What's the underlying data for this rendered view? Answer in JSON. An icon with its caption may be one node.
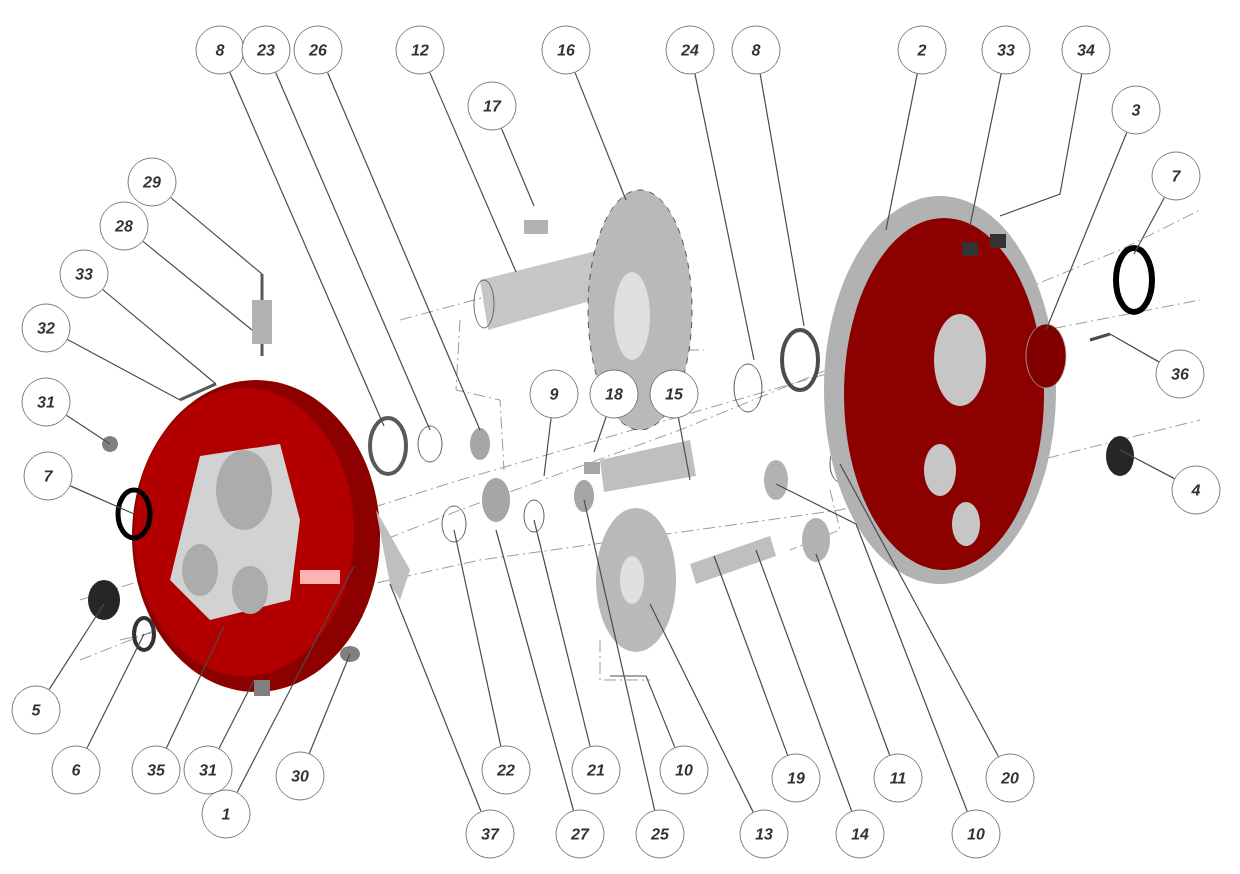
{
  "diagram": {
    "nodes": [
      {
        "text": [
          "8"
        ]
      },
      {
        "text": [
          "23"
        ]
      },
      {
        "text": [
          "26"
        ]
      },
      {
        "text": [
          "12"
        ]
      },
      {
        "text": [
          "16"
        ]
      },
      {
        "text": [
          "24"
        ]
      },
      {
        "text": [
          "8"
        ]
      },
      {
        "text": [
          "2"
        ]
      },
      {
        "text": [
          "33"
        ]
      },
      {
        "text": [
          "34"
        ]
      },
      {
        "text": [
          "17"
        ]
      },
      {
        "text": [
          "3"
        ]
      },
      {
        "text": [
          "29"
        ]
      },
      {
        "text": [
          "7"
        ]
      },
      {
        "text": [
          "28"
        ]
      },
      {
        "text": [
          "33"
        ]
      },
      {
        "text": [
          "32"
        ]
      },
      {
        "text": [
          "36"
        ]
      },
      {
        "text": [
          "9"
        ]
      },
      {
        "text": [
          "18"
        ]
      },
      {
        "text": [
          "15"
        ]
      },
      {
        "text": [
          "31"
        ]
      },
      {
        "text": [
          "7"
        ]
      },
      {
        "text": [
          "4"
        ]
      },
      {
        "text": [
          "5"
        ]
      },
      {
        "text": [
          "6"
        ]
      },
      {
        "text": [
          "35"
        ]
      },
      {
        "text": [
          "31"
        ]
      },
      {
        "text": [
          "30"
        ]
      },
      {
        "text": [
          "22"
        ]
      },
      {
        "text": [
          "21"
        ]
      },
      {
        "text": [
          "10"
        ]
      },
      {
        "text": [
          "19"
        ]
      },
      {
        "text": [
          "11"
        ]
      },
      {
        "text": [
          "20"
        ]
      },
      {
        "text": [
          "1"
        ]
      },
      {
        "text": [
          "37"
        ]
      },
      {
        "text": [
          "27"
        ]
      },
      {
        "text": [
          "25"
        ]
      },
      {
        "text": [
          "13"
        ]
      },
      {
        "text": [
          "14"
        ]
      },
      {
        "text": [
          "10"
        ]
      }
    ],
    "edges": [
      {
        "from": 0,
        "to": null,
        "arrow": "none"
      },
      {
        "from": 1,
        "to": null,
        "arrow": "none"
      },
      {
        "from": 2,
        "to": null,
        "arrow": "none"
      },
      {
        "from": 3,
        "to": null,
        "arrow": "none"
      },
      {
        "from": 4,
        "to": null,
        "arrow": "none"
      },
      {
        "from": 5,
        "to": null,
        "arrow": "none"
      },
      {
        "from": 6,
        "to": null,
        "arrow": "none"
      },
      {
        "from": 7,
        "to": null,
        "arrow": "none"
      },
      {
        "from": 8,
        "to": null,
        "arrow": "none"
      },
      {
        "from": 9,
        "to": null,
        "arrow": "none"
      },
      {
        "from": 10,
        "to": null,
        "arrow": "none"
      },
      {
        "from": 11,
        "to": null,
        "arrow": "none"
      },
      {
        "from": 12,
        "to": null,
        "arrow": "none"
      },
      {
        "from": 13,
        "to": null,
        "arrow": "none"
      },
      {
        "from": 14,
        "to": null,
        "arrow": "none"
      },
      {
        "from": 15,
        "to": null,
        "arrow": "none"
      },
      {
        "from": 16,
        "to": null,
        "arrow": "none"
      },
      {
        "from": 17,
        "to": null,
        "arrow": "none"
      },
      {
        "from": 18,
        "to": null,
        "arrow": "none"
      },
      {
        "from": 19,
        "to": null,
        "arrow": "none"
      },
      {
        "from": 20,
        "to": null,
        "arrow": "none"
      },
      {
        "from": 21,
        "to": null,
        "arrow": "none"
      },
      {
        "from": 22,
        "to": null,
        "arrow": "none"
      },
      {
        "from": 23,
        "to": null,
        "arrow": "none"
      },
      {
        "from": 24,
        "to": null,
        "arrow": "none"
      },
      {
        "from": 25,
        "to": null,
        "arrow": "none"
      },
      {
        "from": 26,
        "to": null,
        "arrow": "none"
      },
      {
        "from": 27,
        "to": null,
        "arrow": "none"
      },
      {
        "from": 28,
        "to": null,
        "arrow": "none"
      },
      {
        "from": 29,
        "to": null,
        "arrow": "none"
      },
      {
        "from": 30,
        "to": null,
        "arrow": "none"
      },
      {
        "from": 31,
        "to": null,
        "arrow": "none"
      },
      {
        "from": 32,
        "to": null,
        "arrow": "none"
      },
      {
        "from": 33,
        "to": null,
        "arrow": "none"
      },
      {
        "from": 34,
        "to": null,
        "arrow": "none"
      },
      {
        "from": 35,
        "to": null,
        "arrow": "none"
      },
      {
        "from": 36,
        "to": null,
        "arrow": "none"
      },
      {
        "from": 37,
        "to": null,
        "arrow": "none"
      },
      {
        "from": 38,
        "to": null,
        "arrow": "none"
      },
      {
        "from": 39,
        "to": null,
        "arrow": "none"
      },
      {
        "from": 40,
        "to": null,
        "arrow": "none"
      },
      {
        "from": 41,
        "to": null,
        "arrow": "none"
      }
    ]
  }
}
